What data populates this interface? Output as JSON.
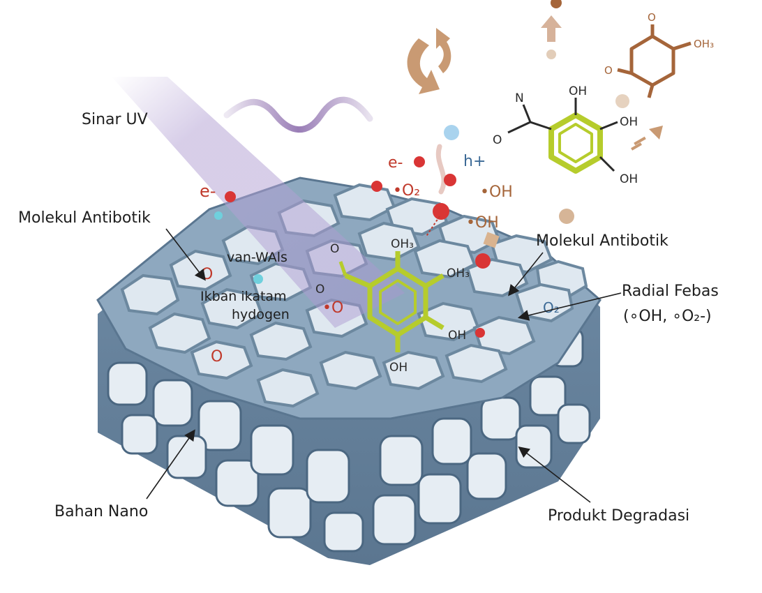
{
  "labels": {
    "uv": "Sinar UV",
    "antibiotic_left": "Molekul Antibotik",
    "antibiotic_right": "Molekul Antibotik",
    "radical": "Radial Febas",
    "radical_species": "(∘OH, ∘O₂-)",
    "nano": "Bahan Nano",
    "product": "Produkt Degradasi",
    "vdw": "van-WAls",
    "hbond_1": "Ikban ikatam",
    "hbond_2": "hydogen"
  },
  "species": {
    "electron_left": "e-",
    "electron_top": "e-",
    "hole": "h+",
    "superoxide": "•O₂",
    "hydroxyl_1": "•OH",
    "hydroxyl_2": "•OH",
    "o_radical_1": "O",
    "o_radical_2": "•O",
    "o_radical_3": "O",
    "o2_surface": "O₂"
  },
  "molecule_surface": {
    "o_top": "O",
    "o_left": "O",
    "oh3_top": "OH₃",
    "oh3_right": "OH₃",
    "oh_right": "OH",
    "oh_bottom": "OH"
  },
  "molecule_yellow": {
    "n": "N",
    "o": "O",
    "oh_top": "OH",
    "oh_mid": "OH",
    "oh_bottom": "OH"
  },
  "molecule_brown": {
    "o_top": "O",
    "oh3": "OH₃",
    "o_left": "O"
  },
  "colors": {
    "lattice": "#7d99b2",
    "lattice_dark": "#5a7690",
    "lattice_light": "#a9bfd2",
    "uv_beam": "#b09fd0",
    "wave": "#8e6fae",
    "antibiotic": "#b6cc2c",
    "product": "#a5653a",
    "radical_red": "#d93535",
    "hole_blue": "#9cc9e6"
  }
}
